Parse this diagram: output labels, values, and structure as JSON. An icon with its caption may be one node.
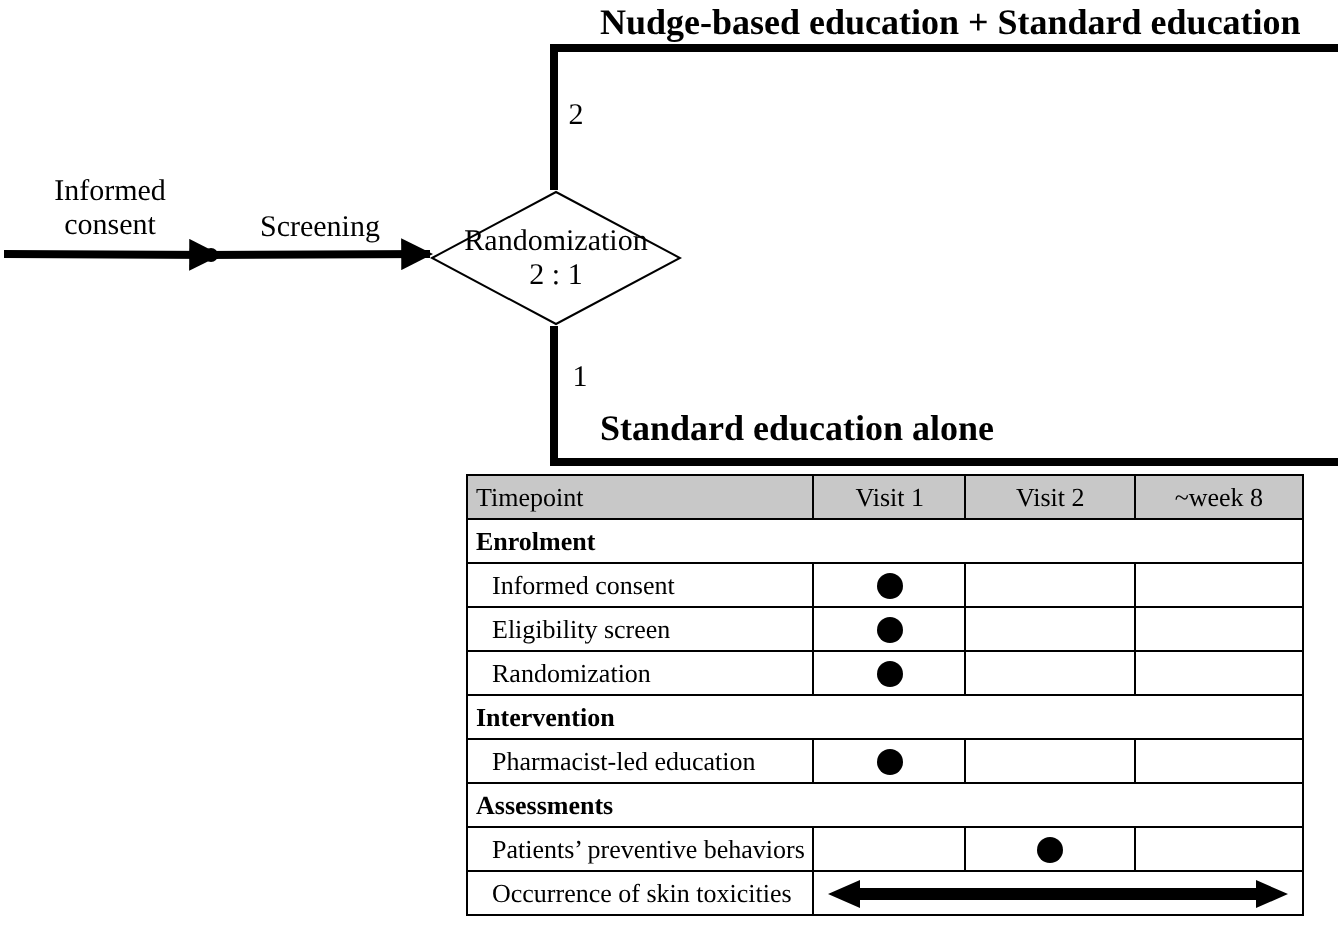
{
  "diagram": {
    "nodes": [
      {
        "text": [
          "Randomization",
          "2 : 1"
        ]
      },
      {
        "text": [
          "Nudge-based education + Standard education"
        ]
      },
      {
        "text": [
          "Standard education alone"
        ]
      },
      {
        "text": [],
        "shape": "point"
      }
    ],
    "edges": [
      {
        "from": null,
        "to": 3,
        "arrow": "to",
        "label": "Informed consent"
      },
      {
        "from": 3,
        "to": 0,
        "arrow": "to",
        "label": "Screening"
      },
      {
        "from": 0,
        "to": 1,
        "arrow": "none",
        "label": "2"
      },
      {
        "from": 0,
        "to": 2,
        "arrow": "none",
        "label": "1"
      }
    ],
    "labels": [
      "Timepoint",
      "Visit 1",
      "Visit 2",
      "~week 8",
      "Enrolment",
      "Informed consent",
      "Eligibility screen",
      "Randomization",
      "Intervention",
      "Pharmacist-led education",
      "Assessments",
      "Patients’ preventive behaviors",
      "Occurrence of skin toxicities"
    ]
  }
}
